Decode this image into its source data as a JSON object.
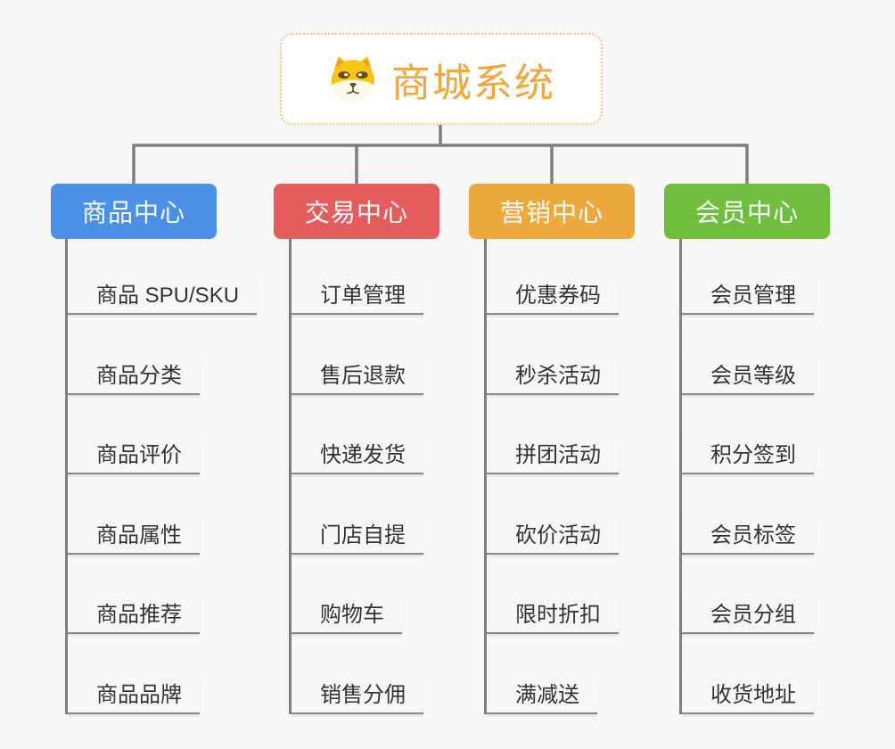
{
  "root": {
    "title": "商城系统",
    "icon": "dog-face-icon"
  },
  "palette": {
    "background": "#f7f7f8",
    "root_text": "#F0A63E",
    "root_border": "#F2C27D",
    "line": "#7f7f7f",
    "underline": "#8a8a8a",
    "leaf_text": "#333333"
  },
  "branches": [
    {
      "label": "商品中心",
      "color": "#4A8FE8",
      "items": [
        "商品 SPU/SKU",
        "商品分类",
        "商品评价",
        "商品属性",
        "商品推荐",
        "商品品牌"
      ]
    },
    {
      "label": "交易中心",
      "color": "#E55C5C",
      "items": [
        "订单管理",
        "售后退款",
        "快递发货",
        "门店自提",
        "购物车",
        "销售分佣"
      ]
    },
    {
      "label": "营销中心",
      "color": "#EDA83D",
      "items": [
        "优惠券码",
        "秒杀活动",
        "拼团活动",
        "砍价活动",
        "限时折扣",
        "满减送"
      ]
    },
    {
      "label": "会员中心",
      "color": "#6FBE3D",
      "items": [
        "会员管理",
        "会员等级",
        "积分签到",
        "会员标签",
        "会员分组",
        "收货地址"
      ]
    }
  ]
}
